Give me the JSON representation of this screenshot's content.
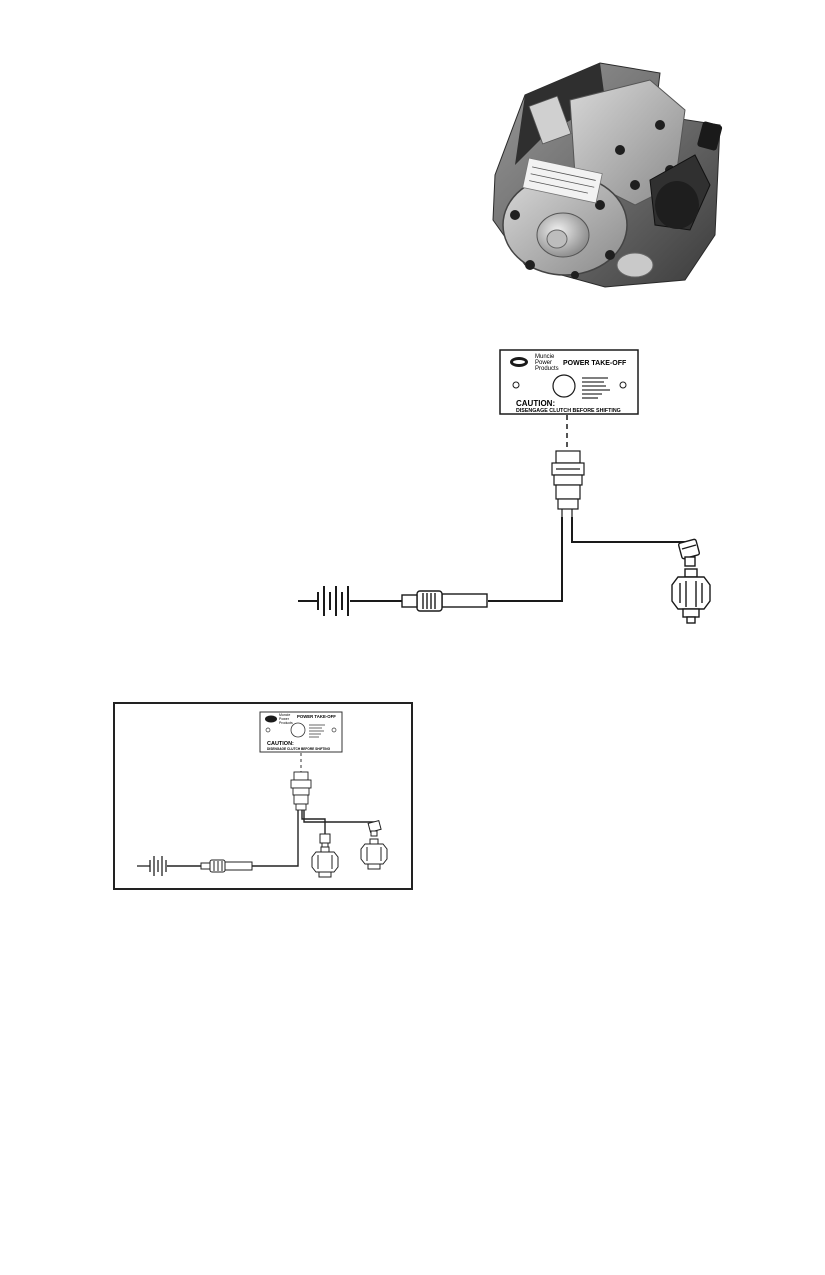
{
  "photo": {
    "subject": "power-take-off-unit",
    "label_text": "DISENGAGE CLUTCH BEFORE SHIFTING"
  },
  "plate": {
    "brand_lines": [
      "Muncie",
      "Power",
      "Products"
    ],
    "title": "POWER TAKE-OFF",
    "caution": "CAUTION:",
    "warning": "DISENGAGE CLUTCH BEFORE SHIFTING"
  },
  "inset_plate": {
    "brand_lines": [
      "Muncie",
      "Power",
      "Products"
    ],
    "title": "POWER TAKE-OFF",
    "caution": "CAUTION:",
    "warning": "DISENGAGE CLUTCH BEFORE SHIFTING"
  },
  "icons": [
    "ground-symbol",
    "in-line-fuse",
    "indicator-switch",
    "pressure-switch",
    "connector"
  ],
  "colors": {
    "line": "#1a1a1a",
    "frame": "#222222",
    "background": "#ffffff"
  }
}
